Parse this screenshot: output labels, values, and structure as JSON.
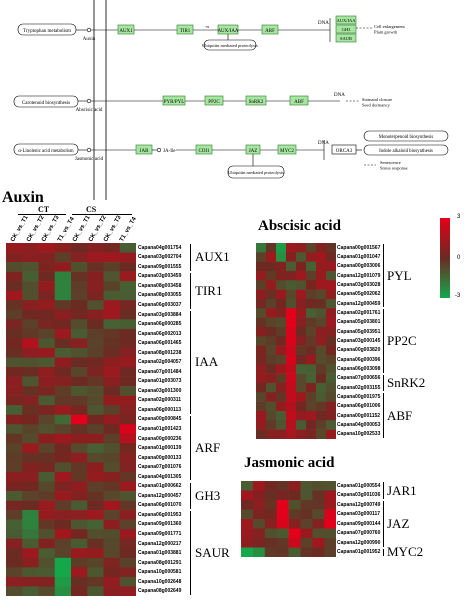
{
  "pathway": {
    "rows": [
      {
        "source": "Tryptophan metabolism",
        "compound": "Auxin",
        "genes": [
          "AUX1",
          "TIR1",
          "AUX/IAA",
          "ARF"
        ],
        "labels_between": [
          "",
          "",
          "+u",
          ""
        ],
        "dna_targets": [
          "AUX/IAA",
          "GH3",
          "SAUR"
        ],
        "response_box": "Ubiquitin mediated proteolysis",
        "outcome": "Cell enlargement\nPlant growth"
      },
      {
        "source": "Carotenoid biosynthesis",
        "compound": "Abscisic acid",
        "genes": [
          "PYR/PYL",
          "PP2C",
          "SnRK2",
          "ABF"
        ],
        "outcome": "Stomatal closure\nSeed dormancy"
      },
      {
        "source": "α-Linolenic acid metabolism",
        "compound": "Jasmonic acid",
        "genes": [
          "JAR",
          "JA-Ile",
          "COI1",
          "JAZ",
          "MYC2"
        ],
        "dna_target": "ORCA3",
        "response_box": "Ubiquitin mediated proteolysis",
        "outcomes": [
          "Monoterpenoid biosynthesis",
          "Indole alkaloid biosynthesis",
          "Senescence\nStress response"
        ]
      }
    ],
    "dna_label": "DNA"
  },
  "auxin": {
    "title": "Auxin",
    "group_ct": "CT",
    "group_cs": "CS",
    "columns": [
      "CK_vs_T1",
      "CK_vs_T2",
      "CK_vs_T3",
      "T1_vs_T4",
      "CK_vs_T1",
      "CK_vs_T2",
      "CK_vs_T3",
      "T1_vs_T4"
    ],
    "genes": [
      "Capana04g001754",
      "Capana03g002704",
      "Capana09g001555",
      "Capana03g003459",
      "Capana08g003458",
      "Capana08g003055",
      "Capana06g003037",
      "Capana03g003884",
      "Capana06g000285",
      "Capana06g002013",
      "Capana06g001465",
      "Capana08g001238",
      "Capana02g004057",
      "Capana07g001484",
      "Capana01g003073",
      "Capana03g001300",
      "Capana02g000311",
      "Capana06g000113",
      "Capana00g000845",
      "Capana01g001423",
      "Capana00g000236",
      "Capana01g000139",
      "Capana00g000133",
      "Capana07g001076",
      "Capana04g001305",
      "Capana01g000662",
      "Capana12g000457",
      "Capana06g001070",
      "Capana06g001953",
      "Capana09g001360",
      "Capana09g001771",
      "Capana12g000217",
      "Capana01g003881",
      "Capana08g001291",
      "Capana10g000581",
      "Capana10g002648",
      "Capana08g002649"
    ],
    "groups": [
      {
        "name": "AUX1",
        "start": 0,
        "end": 2
      },
      {
        "name": "TIR1",
        "start": 3,
        "end": 6
      },
      {
        "name": "IAA",
        "start": 7,
        "end": 17
      },
      {
        "name": "ARF",
        "start": 18,
        "end": 24
      },
      {
        "name": "GH3",
        "start": 25,
        "end": 27
      },
      {
        "name": "SAUR",
        "start": 28,
        "end": 36
      }
    ]
  },
  "aba": {
    "title": "Abscisic acid",
    "genes": [
      "Capana00g001567",
      "Capana01g001047",
      "Capana00g003006",
      "Capana12g001079",
      "Capana03g003028",
      "Capana05g002062",
      "Capana12g000459",
      "Capana02g001761",
      "Capana05g003801",
      "Capana05g003951",
      "Capana03g000145",
      "Capana00g003820",
      "Capana06g000396",
      "Capana06g003098",
      "Capana07g000656",
      "Capana02g003155",
      "Capana00g001975",
      "Capana06g001006",
      "Capana00g001152",
      "Capana04g000053",
      "Capana10g002533"
    ],
    "groups": [
      {
        "name": "PYL",
        "start": 0,
        "end": 6
      },
      {
        "name": "PP2C",
        "start": 7,
        "end": 13
      },
      {
        "name": "SnRK2",
        "start": 14,
        "end": 15
      },
      {
        "name": "ABF",
        "start": 16,
        "end": 20
      }
    ]
  },
  "ja": {
    "title": "Jasmonic acid",
    "genes": [
      "Capana01g000554",
      "Capana03g001036",
      "Capana12g000749",
      "Capana03g000117",
      "Capana09g000144",
      "Capana07g000760",
      "Capana12g000990",
      "Capana01g001952"
    ],
    "groups": [
      {
        "name": "JAR1",
        "start": 0,
        "end": 1
      },
      {
        "name": "JAZ",
        "start": 2,
        "end": 6
      },
      {
        "name": "MYC2",
        "start": 7,
        "end": 7
      }
    ]
  },
  "legend": {
    "max": "3",
    "mid": "0",
    "min": "-3",
    "colors": [
      "#e3001a",
      "#6b2a22",
      "#15a84a"
    ]
  }
}
